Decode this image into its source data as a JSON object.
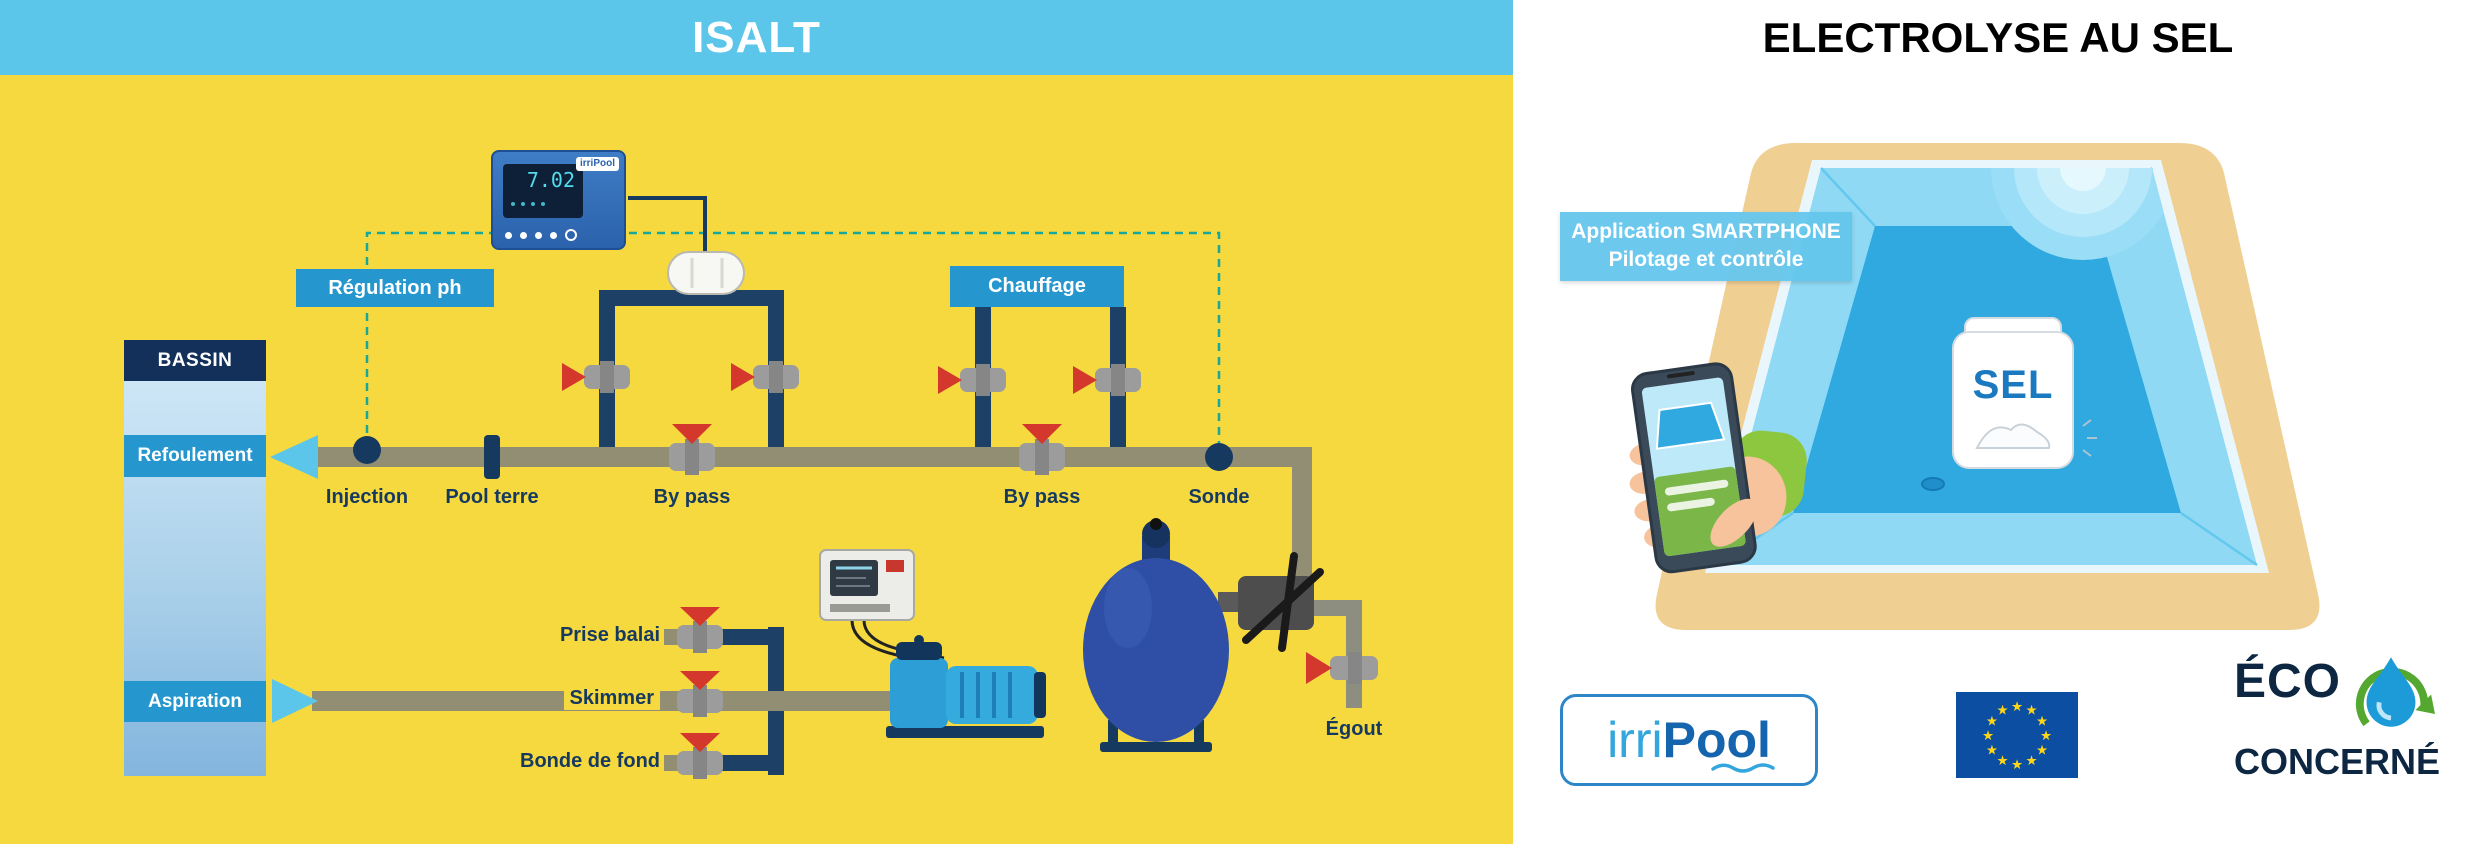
{
  "headers": {
    "left": "ISALT",
    "right": "ELECTROLYSE AU SEL"
  },
  "diagram": {
    "controller": {
      "brand": "irriPool",
      "display": "7.02"
    },
    "boxes": {
      "regulation_ph": "Régulation ph",
      "chauffage": "Chauffage",
      "bassin": "BASSIN",
      "refoulement": "Refoulement",
      "aspiration": "Aspiration"
    },
    "labels": {
      "injection": "Injection",
      "pool_terre": "Pool terre",
      "bypass1": "By pass",
      "bypass2": "By pass",
      "sonde": "Sonde",
      "prise_balai": "Prise balai",
      "skimmer": "Skimmer",
      "bonde_de_fond": "Bonde de fond",
      "egout": "Égout"
    }
  },
  "right_panel": {
    "app_label": {
      "line1": "Application SMARTPHONE",
      "line2": "Pilotage et contrôle"
    },
    "sel": "SEL",
    "logos": {
      "irripool": {
        "part1": "irri",
        "part2": "Pool"
      },
      "eu_flag_stars": 12,
      "eco": {
        "line1": "ÉCO",
        "line2": "CONCERNÉ"
      }
    }
  },
  "icons": {
    "eu_flag": "eu-flag-stars",
    "eco_drop": "water-drop-recycle-icon",
    "smartphone": "smartphone-in-hand-icon"
  },
  "colors": {
    "header_blue": "#5BC6EA",
    "panel_yellow": "#F5D93F",
    "label_blue": "#2597CE",
    "navy": "#16395F",
    "pipe_dark": "#1C4066",
    "pipe_olive": "#918E74",
    "valve_red": "#D4372B",
    "valve_gray": "#9C9C9C",
    "teal_dash": "#18A79B",
    "filter_blue": "#2E4FA5",
    "pump_blue": "#35AADD",
    "sand": "#F0CF93",
    "water_blue": "#2FA9DF",
    "eu_blue": "#0B4EA2",
    "star_gold": "#FFD617"
  }
}
